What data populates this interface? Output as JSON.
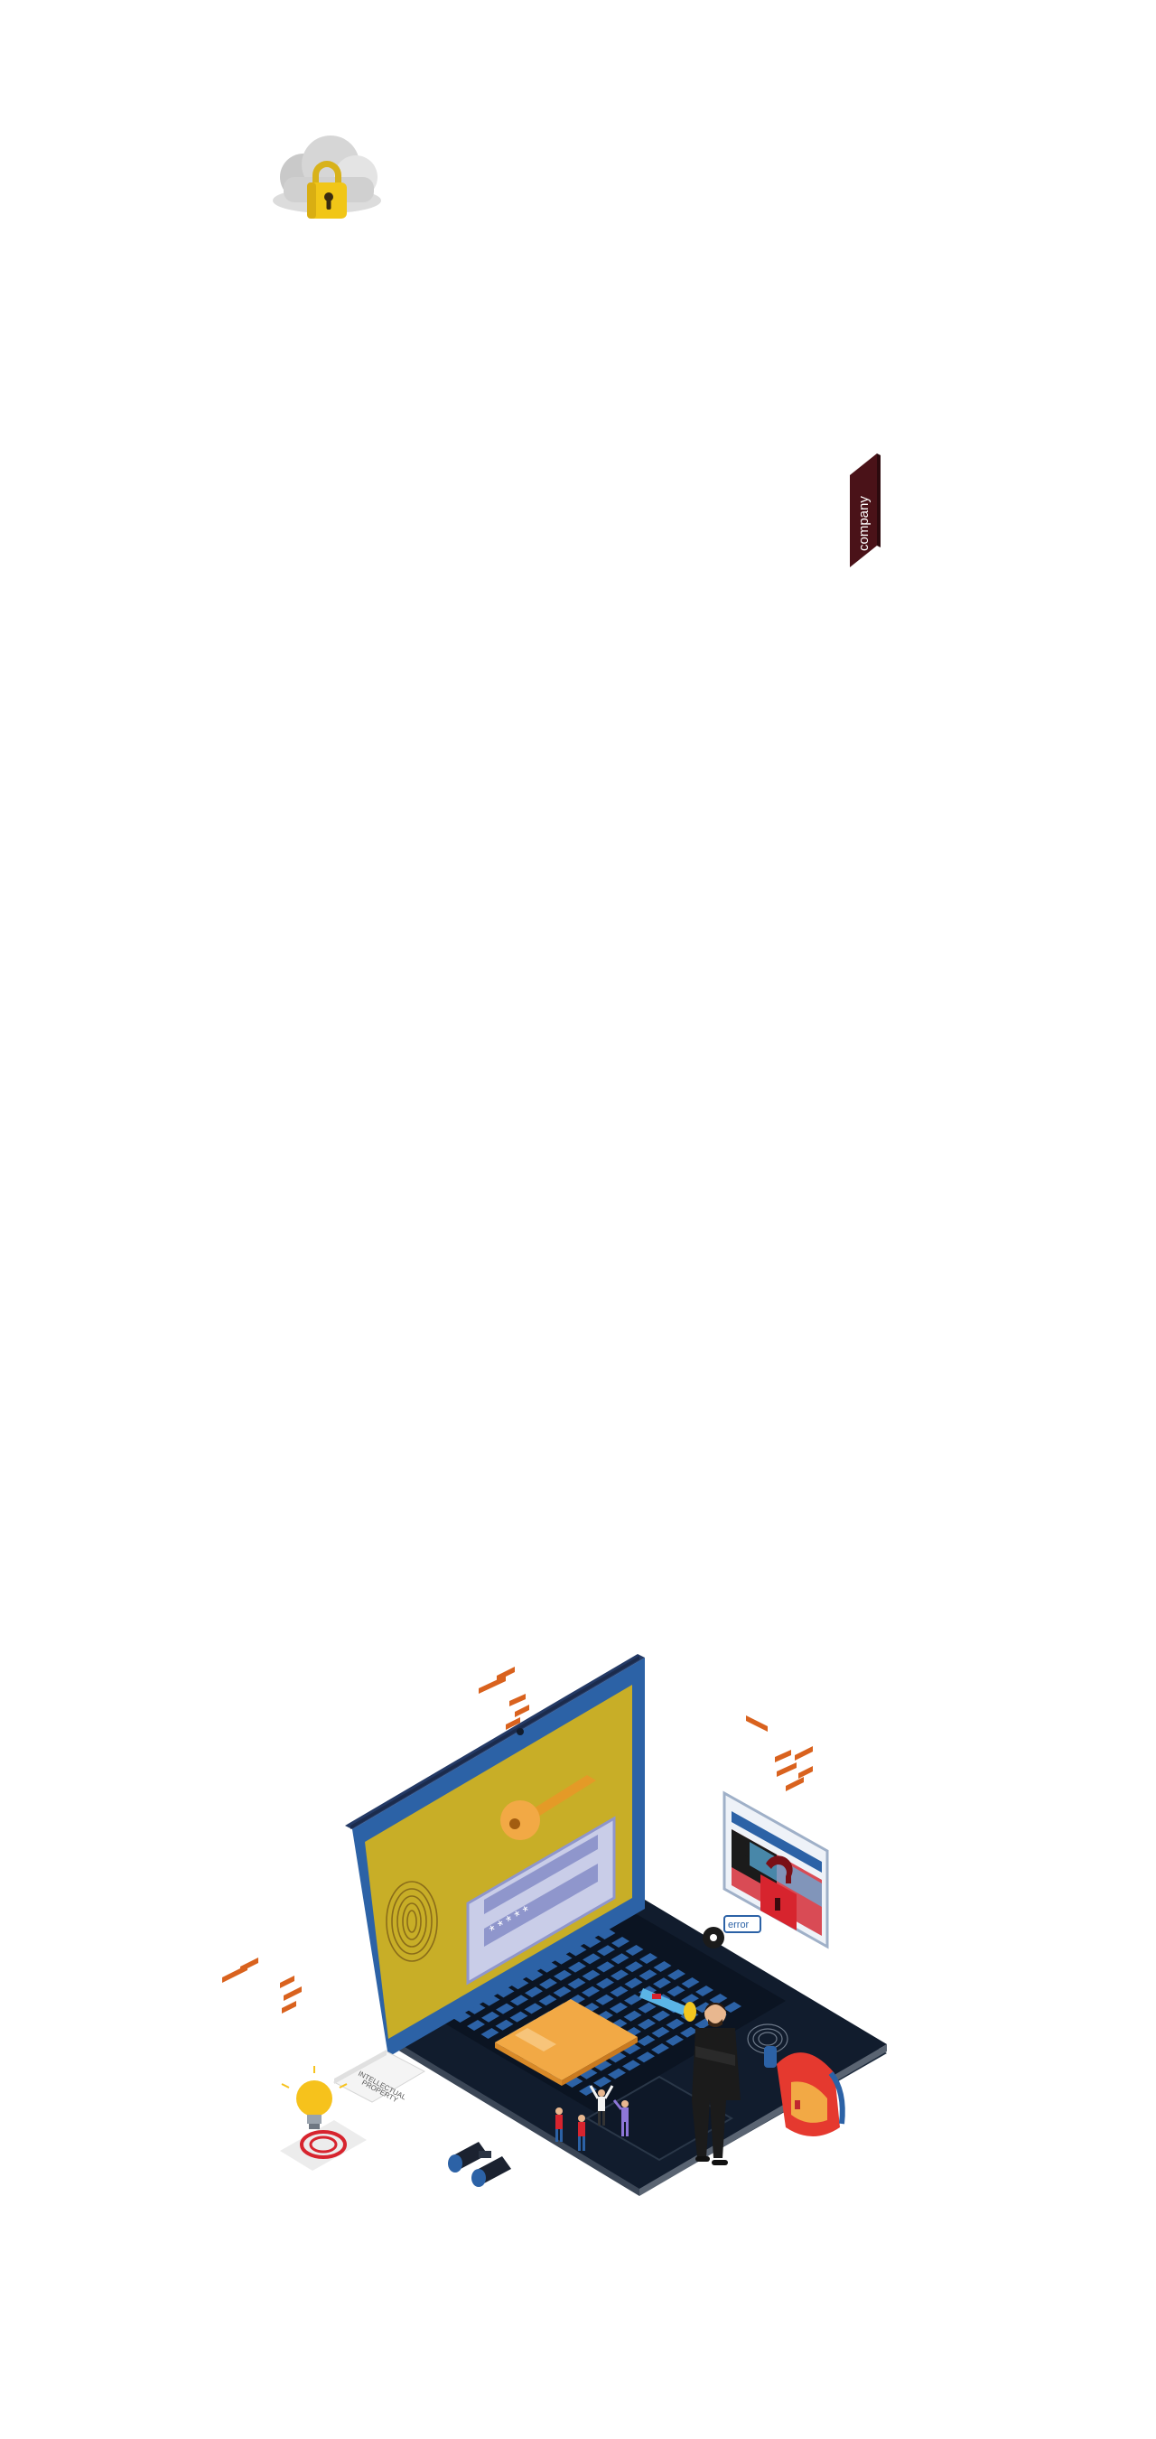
{
  "tag": {
    "label": "company"
  },
  "certificate": {
    "line1": "INTELLECTUAL",
    "line2": "PROPERTY"
  },
  "password": {
    "mask": "* * * * *"
  },
  "browser_sign": {
    "label": "error"
  },
  "colors": {
    "screen_yellow": "#C8AE27",
    "laptop_dark": "#111C2D",
    "key_blue": "#2C62A6",
    "folder_orange": "#F2A945",
    "brick_orange": "#D9621E",
    "lock_red": "#D7242E",
    "tag_maroon": "#4A1218"
  },
  "icons": [
    "cloud-lock-icon",
    "laptop",
    "fingerprint-icon",
    "key-icon",
    "password-dialog",
    "folder-icon",
    "flashlight-icon",
    "browser-lock-icon",
    "padlock-icon",
    "backpack-icon",
    "binoculars-icon",
    "light-bulb-icon",
    "copyright-icon",
    "brick-wall-icon",
    "spy-figure",
    "person-figure"
  ]
}
